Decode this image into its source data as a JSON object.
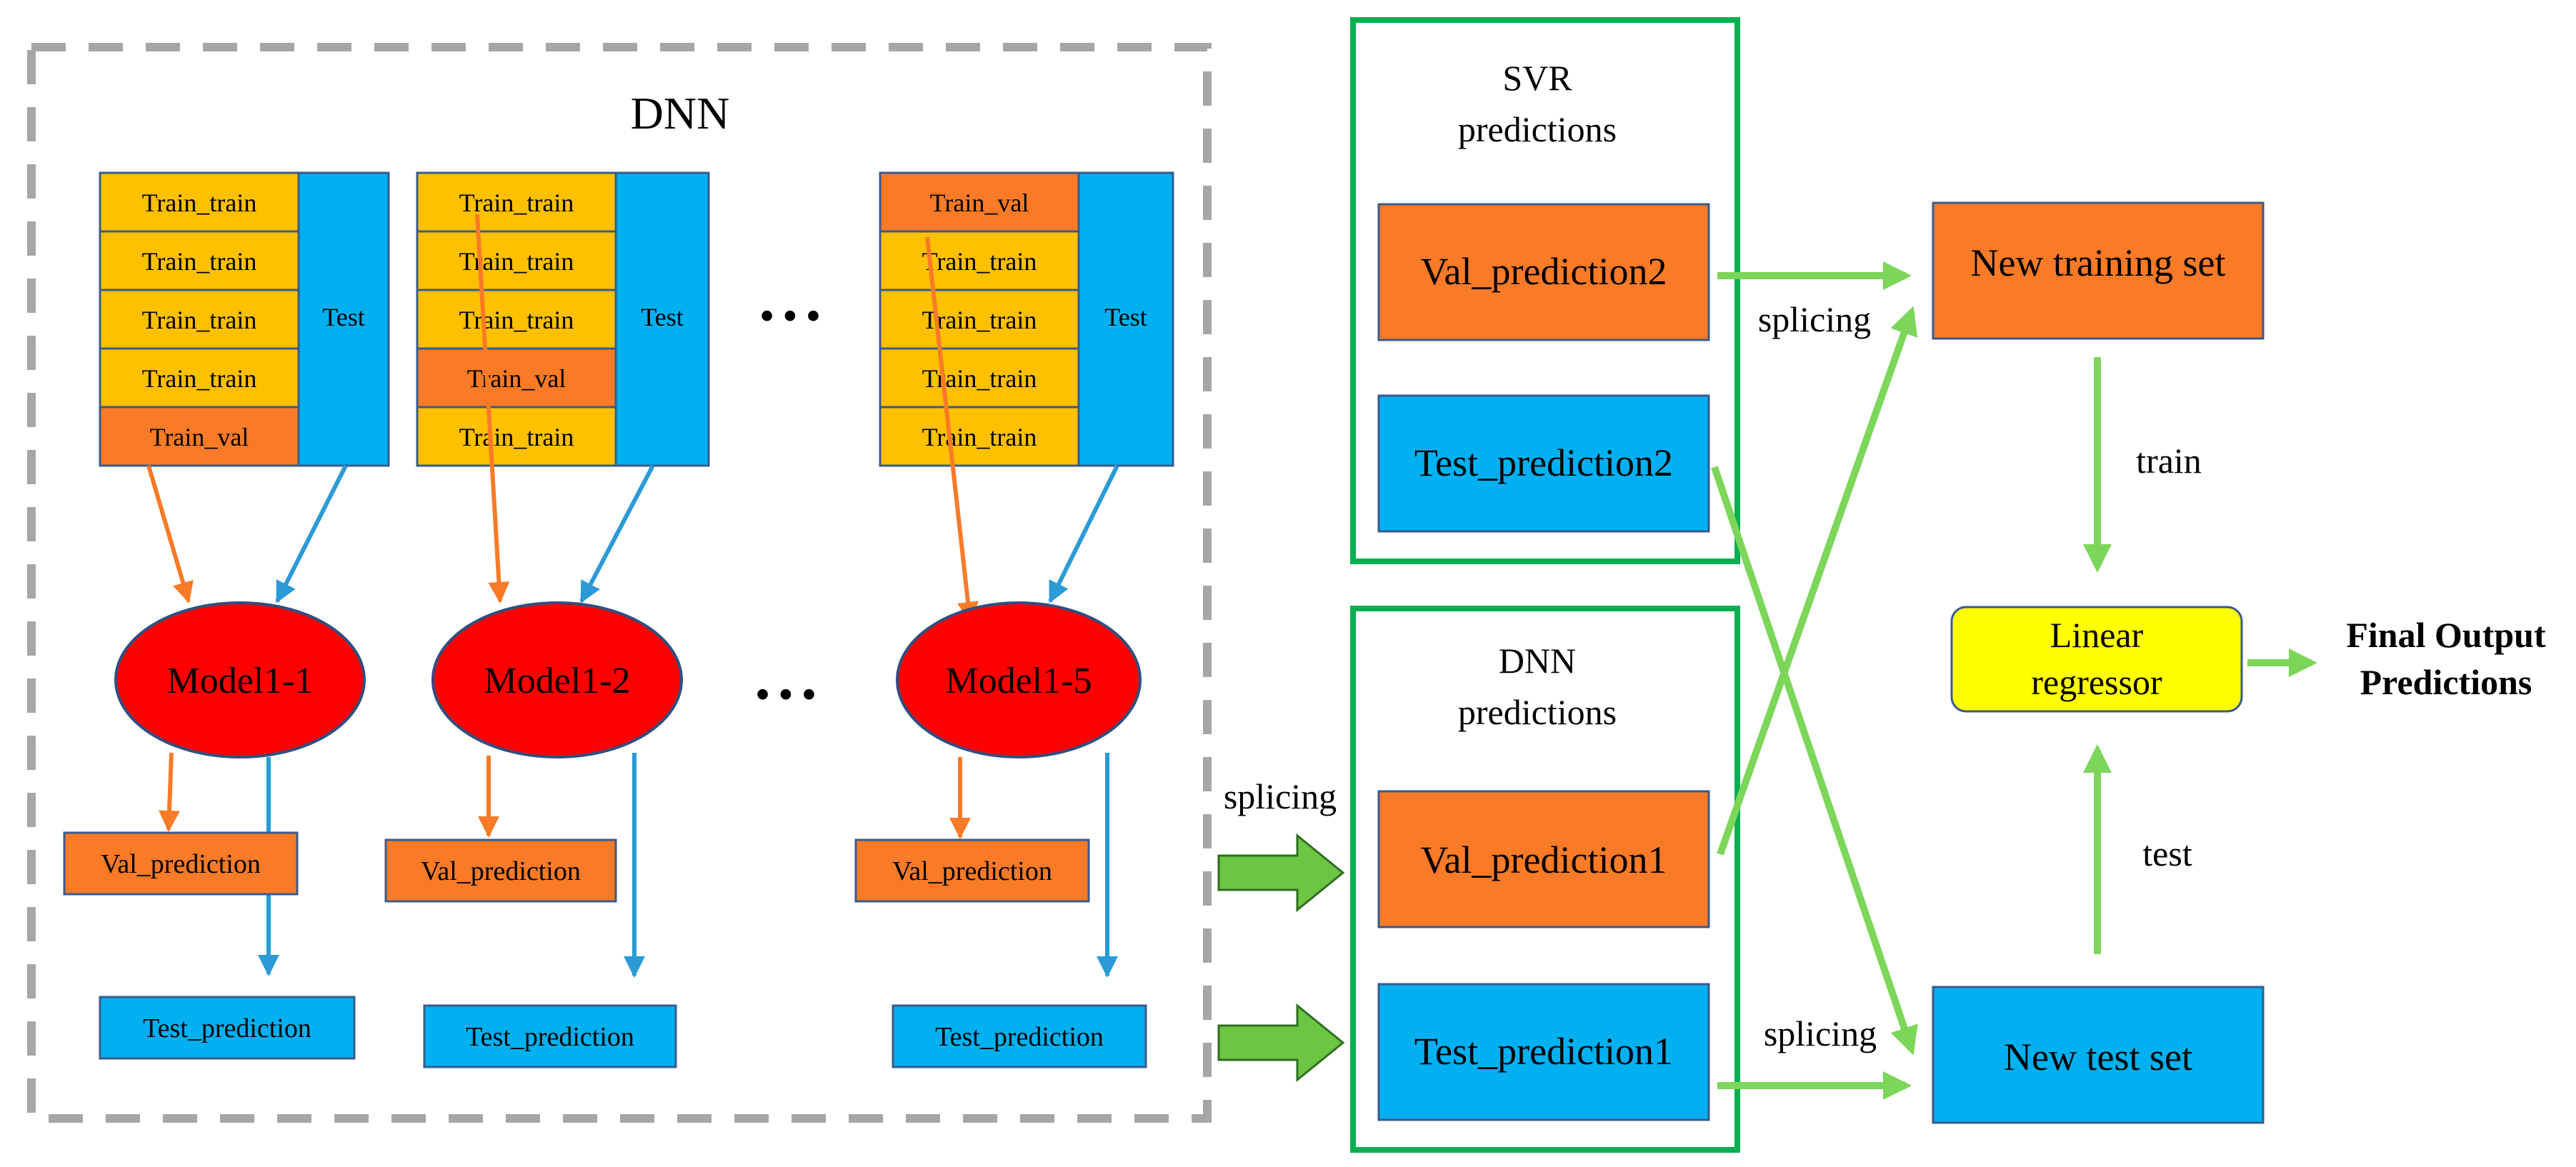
{
  "colors": {
    "train_fill": "#FFC000",
    "val_fill": "#F97A27",
    "test_fill": "#00B0F0",
    "model_fill": "#FF0000",
    "regressor_fill": "#FFFF00",
    "dnn_border": "#A6A6A6",
    "group_border": "#00B050",
    "splice_arrow": "#7CD65A",
    "block_arrow": "#6CC644",
    "val_arrow": "#F97A27",
    "test_arrow": "#2A9BD6",
    "outline": "#3A5A8C"
  },
  "dnn_block": {
    "title": "DNN",
    "ellipsis": "• • •",
    "folds": [
      {
        "rows": [
          "Train_train",
          "Train_train",
          "Train_train",
          "Train_train",
          "Train_val"
        ],
        "test_label": "Test",
        "model_label": "Model1-1",
        "val_prediction": "Val_prediction",
        "test_prediction": "Test_prediction"
      },
      {
        "rows": [
          "Train_train",
          "Train_train",
          "Train_train",
          "Train_val",
          "Train_train"
        ],
        "test_label": "Test",
        "model_label": "Model1-2",
        "val_prediction": "Val_prediction",
        "test_prediction": "Test_prediction"
      },
      {
        "rows": [
          "Train_val",
          "Train_train",
          "Train_train",
          "Train_train",
          "Train_train"
        ],
        "test_label": "Test",
        "model_label": "Model1-5",
        "val_prediction": "Val_prediction",
        "test_prediction": "Test_prediction"
      }
    ]
  },
  "splicing_label_left": "splicing",
  "svr_group": {
    "title_line1": "SVR",
    "title_line2": "predictions",
    "val_box": "Val_prediction2",
    "test_box": "Test_prediction2"
  },
  "dnn_group": {
    "title_line1": "DNN",
    "title_line2": "predictions",
    "val_box": "Val_prediction1",
    "test_box": "Test_prediction1"
  },
  "splicing_top": "splicing",
  "splicing_bottom": "splicing",
  "new_training_set": "New training set",
  "new_test_set": "New test set",
  "train_label": "train",
  "test_label": "test",
  "regressor": {
    "line1": "Linear",
    "line2": "regressor"
  },
  "final_output": {
    "line1": "Final Output",
    "line2": "Predictions"
  }
}
